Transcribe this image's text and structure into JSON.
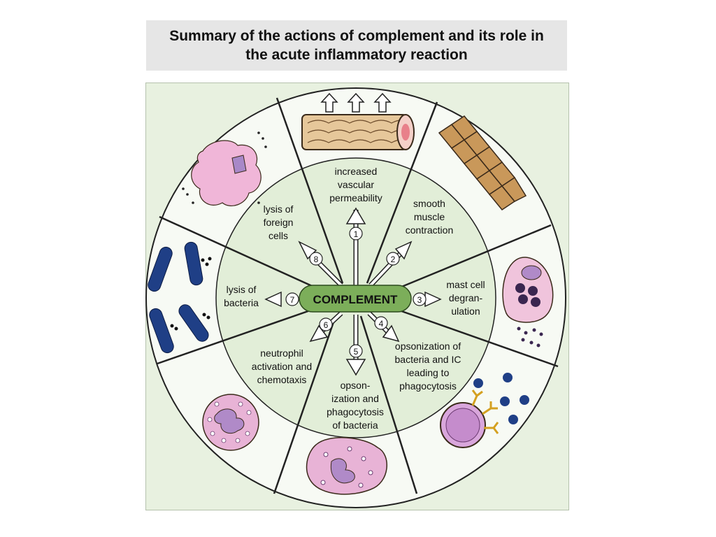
{
  "title": {
    "line1": "Summary of the actions of complement and its role in",
    "line2": "the acute inflammatory reaction"
  },
  "center_label": "COMPLEMENT",
  "actions": [
    {
      "number": "1",
      "lines": [
        "increased",
        "vascular",
        "permeability"
      ]
    },
    {
      "number": "2",
      "lines": [
        "smooth",
        "muscle",
        "contraction"
      ]
    },
    {
      "number": "3",
      "lines": [
        "mast cell",
        "degran-",
        "ulation"
      ]
    },
    {
      "number": "4",
      "lines": [
        "opsonization of",
        "bacteria and IC",
        "leading to",
        "phagocytosis"
      ]
    },
    {
      "number": "5",
      "lines": [
        "opson-",
        "ization and",
        "phagocytosis",
        "of bacteria"
      ]
    },
    {
      "number": "6",
      "lines": [
        "neutrophil",
        "activation and",
        "chemotaxis"
      ]
    },
    {
      "number": "7",
      "lines": [
        "lysis of",
        "bacteria"
      ]
    },
    {
      "number": "8",
      "lines": [
        "lysis of",
        "foreign",
        "cells"
      ]
    }
  ],
  "colors": {
    "panel_bg": "#e8f1e0",
    "inner_circle": "#e2eed8",
    "outer_ring": "#f7faf4",
    "complement_pill": "#7cae5a",
    "cell_pink": "#e8b3d6",
    "nucleus_purple": "#8b5a9e",
    "bacteria_blue": "#1f3f86",
    "muscle_tan": "#c9985a"
  }
}
